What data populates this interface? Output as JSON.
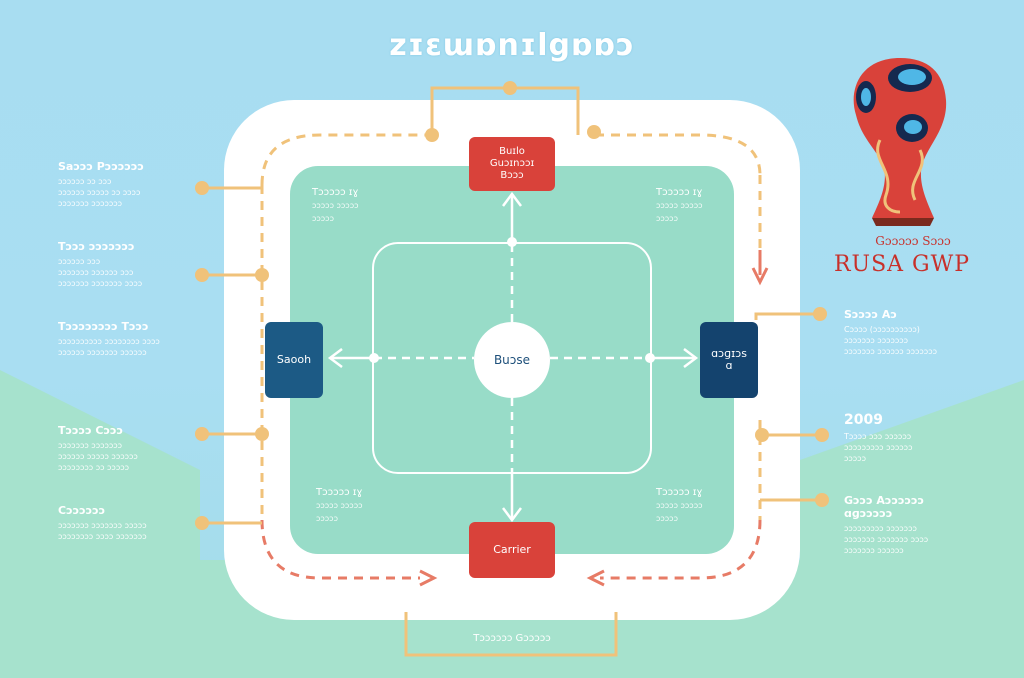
{
  "title": "zɪɛɯɒnɪlgɒɒɔ",
  "field": {
    "center_label": "Buɔse",
    "top_node": "Buɪlo\nGuɔɪnɔɔɪ\nBɔɔɔ",
    "bottom_node": "Carrier",
    "left_node": "Saooh",
    "right_node": "ɑɔɡɪɔs\nɑ",
    "zones": [
      {
        "title": "Tɔɔɔɔɔ ɪɣ",
        "sub": "ɔɔɔɔɔ ɔɔɔɔɔ\nɔɔɔɔɔ"
      },
      {
        "title": "Tɔɔɔɔɔ ɪɣ",
        "sub": "ɔɔɔɔɔ ɔɔɔɔɔ\nɔɔɔɔɔ"
      },
      {
        "title": "Tɔɔɔɔɔ ɪɣ",
        "sub": "ɔɔɔɔɔ ɔɔɔɔɔ\nɔɔɔɔɔ"
      },
      {
        "title": "Tɔɔɔɔɔ ɪɣ",
        "sub": "ɔɔɔɔɔ ɔɔɔɔɔ\nɔɔɔɔɔ"
      }
    ]
  },
  "left_items": [
    {
      "heading": "Saɔɔɔ Pɔɔɔɔɔɔ",
      "desc": "ɔɔɔɔɔɔ ɔɔ ɔɔɔ\nɔɔɔɔɔɔ ɔɔɔɔɔ ɔɔ ɔɔɔɔ\nɔɔɔɔɔɔɔ ɔɔɔɔɔɔɔ"
    },
    {
      "heading": "Tɔɔɔ ɔɔɔɔɔɔɔ",
      "desc": "ɔɔɔɔɔɔ ɔɔɔ\nɔɔɔɔɔɔɔ ɔɔɔɔɔɔ ɔɔɔ\nɔɔɔɔɔɔɔ ɔɔɔɔɔɔɔ ɔɔɔɔ"
    },
    {
      "heading": "Tɔɔɔɔɔɔɔɔ Tɔɔɔ",
      "desc": "ɔɔɔɔɔɔɔɔɔɔ ɔɔɔɔɔɔɔɔ ɔɔɔɔ\nɔɔɔɔɔɔ ɔɔɔɔɔɔɔ ɔɔɔɔɔɔ"
    },
    {
      "heading": "Tɔɔɔɔ Cɔɔɔ",
      "desc": "ɔɔɔɔɔɔɔ ɔɔɔɔɔɔɔ\nɔɔɔɔɔɔ ɔɔɔɔɔ ɔɔɔɔɔɔ\nɔɔɔɔɔɔɔɔ ɔɔ ɔɔɔɔɔ"
    },
    {
      "heading": "Cɔɔɔɔɔɔ",
      "desc": "ɔɔɔɔɔɔɔ ɔɔɔɔɔɔɔ ɔɔɔɔɔ\nɔɔɔɔɔɔɔɔ ɔɔɔɔ ɔɔɔɔɔɔɔ"
    }
  ],
  "right_items": [
    {
      "heading": "Sɔɔɔɔ Aɔ",
      "desc": "Cɔɔɔɔ (ɔɔɔɔɔɔɔɔɔɔ)\nɔɔɔɔɔɔɔ ɔɔɔɔɔɔɔ\nɔɔɔɔɔɔɔ ɔɔɔɔɔɔ ɔɔɔɔɔɔɔ"
    },
    {
      "heading": "2009",
      "desc": "Tɔɔɔɔ ɔɔɔ ɔɔɔɔɔɔ\nɔɔɔɔɔɔɔɔɔ ɔɔɔɔɔɔ\nɔɔɔɔɔ"
    },
    {
      "heading": "Gɔɔɔ Aɔɔɔɔɔɔ\nɑɡɔɔɔɔɔ",
      "desc": "ɔɔɔɔɔɔɔɔɔ ɔɔɔɔɔɔɔ\nɔɔɔɔɔɔɔ ɔɔɔɔɔɔɔ ɔɔɔɔ\nɔɔɔɔɔɔɔ ɔɔɔɔɔɔ"
    }
  ],
  "bottom_label": "Tɔɔɔɔɔɔ Gɔɔɔɔɔ",
  "logo": {
    "line1": "Gɔɔɔɔɔ Sɔɔɔ",
    "line2": "RUSA GWP"
  },
  "colors": {
    "red": "#d9423a",
    "navy": "#14436e",
    "blue": "#1c5a85",
    "gold": "#f0c27a",
    "field_green": "#98dcc8",
    "sky": "#a8ddf1"
  }
}
